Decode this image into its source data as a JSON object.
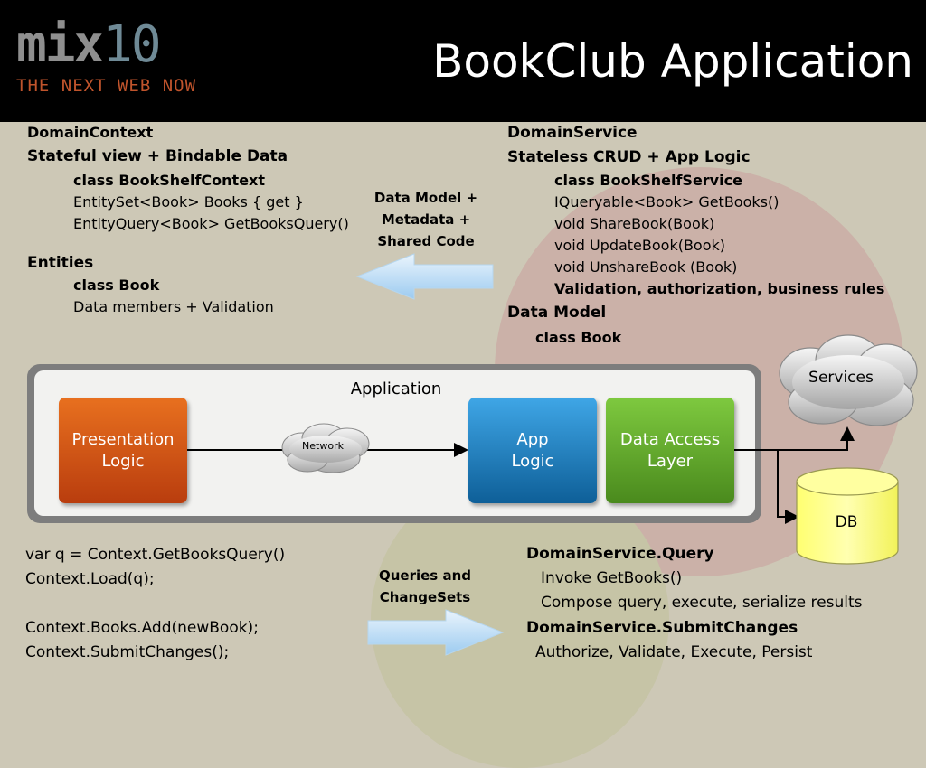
{
  "header": {
    "logo_mark": "mix",
    "logo_number": "10",
    "logo_tagline": "THE NEXT WEB NOW",
    "title": "BookClub Application"
  },
  "client": {
    "heading1": "DomainContext",
    "heading2": "Stateful view + Bindable Data",
    "class_line": "class BookShelfContext",
    "line1": "EntitySet<Book> Books { get }",
    "line2": "EntityQuery<Book> GetBooksQuery()",
    "entities_heading": "Entities",
    "entities_class": "class Book",
    "entities_line": "Data members + Validation"
  },
  "left_arrow_label": [
    "Data Model +",
    "Metadata +",
    "Shared Code"
  ],
  "server": {
    "heading1": "DomainService",
    "heading2": "Stateless CRUD + App Logic",
    "class_line": "class BookShelfService",
    "line1": "IQueryable<Book> GetBooks()",
    "line2": "void ShareBook(Book)",
    "line3": "void UpdateBook(Book)",
    "line4": "void UnshareBook (Book)",
    "line5": "Validation, authorization, business rules",
    "data_model_heading": "Data Model",
    "data_model_class": "class Book"
  },
  "diagram": {
    "application_label": "Application",
    "presentation": [
      "Presentation",
      "Logic"
    ],
    "network": "Network",
    "app_logic": [
      "App",
      "Logic"
    ],
    "data_access": [
      "Data Access",
      "Layer"
    ],
    "services": "Services",
    "db": "DB"
  },
  "code": [
    "var q = Context.GetBooksQuery()",
    "Context.Load(q);",
    "Context.Books.Add(newBook);",
    "Context.SubmitChanges();"
  ],
  "right_arrow_label": [
    "Queries and",
    "ChangeSets"
  ],
  "server_ops": {
    "query_heading": "DomainService.Query",
    "query_line1": "Invoke GetBooks()",
    "query_line2": "Compose query, execute, serialize results",
    "submit_heading": "DomainService.SubmitChanges",
    "submit_line": "Authorize, Validate, Execute, Persist"
  },
  "colors": {
    "background": "#cdc8b6",
    "presentation": "#d4561a",
    "app_logic": "#1f7fc4",
    "data_access": "#62a92f",
    "db": "#ffff8a"
  }
}
